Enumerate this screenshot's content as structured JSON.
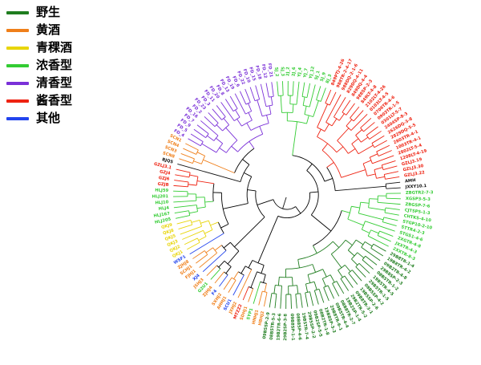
{
  "legend": {
    "items": [
      {
        "label": "野生",
        "color": "#1f7d1f"
      },
      {
        "label": "黄酒",
        "color": "#ef7f1a"
      },
      {
        "label": "青稞酒",
        "color": "#e8d50a"
      },
      {
        "label": "浓香型",
        "color": "#33cc33"
      },
      {
        "label": "清香型",
        "color": "#7a30d8"
      },
      {
        "label": "酱香型",
        "color": "#ee2211"
      },
      {
        "label": "其他",
        "color": "#2244ee"
      }
    ]
  },
  "chart_data": {
    "type": "circular-dendrogram",
    "title": "",
    "center": [
      358,
      243
    ],
    "leaf_radius": 146,
    "start_angle": -95,
    "groups": {
      "野生": "#1f7d1f",
      "黄酒": "#ef7f1a",
      "青稞酒": "#e8d50a",
      "浓香型": "#33cc33",
      "清香型": "#7a30d8",
      "酱香型": "#ee2211",
      "其他": "#2244ee",
      "black": "#111111"
    },
    "leaves": [
      {
        "label": "SJ_2",
        "g": "浓香型"
      },
      {
        "label": "SJ_3",
        "g": "浓香型"
      },
      {
        "label": "2J_2",
        "g": "浓香型"
      },
      {
        "label": "2J_6",
        "g": "浓香型"
      },
      {
        "label": "YJ_4",
        "g": "浓香型"
      },
      {
        "label": "YJ_7",
        "g": "浓香型"
      },
      {
        "label": "YJ_12",
        "g": "浓香型"
      },
      {
        "label": "5J_1",
        "g": "浓香型"
      },
      {
        "label": "5J_9",
        "g": "浓香型"
      },
      {
        "label": "8J_3",
        "g": "浓香型"
      },
      {
        "label": "849PTJ-4-26",
        "g": "酱香型"
      },
      {
        "label": "988TR-2-4-17",
        "g": "酱香型"
      },
      {
        "label": "988DQ-2-1-6",
        "g": "酱香型"
      },
      {
        "label": "829DQ-4-11",
        "g": "酱香型"
      },
      {
        "label": "849DQ-4-4",
        "g": "酱香型"
      },
      {
        "label": "988SP-2-3",
        "g": "酱香型"
      },
      {
        "label": "849LT-4-8",
        "g": "酱香型"
      },
      {
        "label": "2102LT-4-26",
        "g": "酱香型"
      },
      {
        "label": "0103LT-4-5",
        "g": "酱香型"
      },
      {
        "label": "0706TR-4-6",
        "g": "酱香型"
      },
      {
        "label": "0903TR-1-5",
        "g": "酱香型"
      },
      {
        "label": "0301LT-5-7",
        "g": "酱香型"
      },
      {
        "label": "2404SP-8-3",
        "g": "酱香型"
      },
      {
        "label": "2626DQ-3-8",
        "g": "酱香型"
      },
      {
        "label": "2829DQ-5-5",
        "g": "酱香型"
      },
      {
        "label": "2803TR-4-1",
        "g": "酱香型"
      },
      {
        "label": "1003TR-4-1",
        "g": "酱香型"
      },
      {
        "label": "2802LT-5-4",
        "g": "酱香型"
      },
      {
        "label": "1208LT-4-19",
        "g": "酱香型"
      },
      {
        "label": "GZLJ3.19",
        "g": "酱香型"
      },
      {
        "label": "GZLJ3.30",
        "g": "酱香型"
      },
      {
        "label": "GZLJ3.22",
        "g": "酱香型"
      },
      {
        "label": "AMH",
        "g": "black"
      },
      {
        "label": "JXXY10.1",
        "g": "black"
      },
      {
        "label": "ZBGTR2-7-3",
        "g": "浓香型"
      },
      {
        "label": "XGSP3-5-3",
        "g": "浓香型"
      },
      {
        "label": "ZBGSP-7-6",
        "g": "浓香型"
      },
      {
        "label": "CJTSP5-1-3",
        "g": "浓香型"
      },
      {
        "label": "CHTKS-4-10",
        "g": "浓香型"
      },
      {
        "label": "STGP10-2-10",
        "g": "浓香型"
      },
      {
        "label": "STTR4-2-3",
        "g": "浓香型"
      },
      {
        "label": "STGS1-4-6",
        "g": "浓香型"
      },
      {
        "label": "2XGTR-4-8",
        "g": "浓香型"
      },
      {
        "label": "JXXTR-4-3",
        "g": "浓香型"
      },
      {
        "label": "2XXTR-8-3",
        "g": "浓香型"
      },
      {
        "label": "29B8TR-1-4",
        "g": "野生"
      },
      {
        "label": "19B8TR-4-2",
        "g": "野生"
      },
      {
        "label": "09B2TR-4-8",
        "g": "野生"
      },
      {
        "label": "29B8SP-2-3",
        "g": "野生"
      },
      {
        "label": "08B5TR-1-2",
        "g": "野生"
      },
      {
        "label": "19B5TR-4-5",
        "g": "野生"
      },
      {
        "label": "29B5TR-1-5",
        "g": "野生"
      },
      {
        "label": "08B5SP-4-2",
        "g": "野生"
      },
      {
        "label": "19B5SP-2-6",
        "g": "野生"
      },
      {
        "label": "09B8TR-3-1",
        "g": "野生"
      },
      {
        "label": "29B2TR-5-2",
        "g": "野生"
      },
      {
        "label": "19B2SP-1-4",
        "g": "野生"
      },
      {
        "label": "08B8TR-2-7",
        "g": "野生"
      },
      {
        "label": "09B5TR-4-4",
        "g": "野生"
      },
      {
        "label": "29B8TR-6-1",
        "g": "野生"
      },
      {
        "label": "19B8SP-3-3",
        "g": "野生"
      },
      {
        "label": "08B2TR-1-8",
        "g": "野生"
      },
      {
        "label": "09B2SP-5-5",
        "g": "野生"
      },
      {
        "label": "29B5SP-2-2",
        "g": "野生"
      },
      {
        "label": "19B5TR-7-4",
        "g": "野生"
      },
      {
        "label": "08B8SP-4-6",
        "g": "野生"
      },
      {
        "label": "09B8SP-1-1",
        "g": "野生"
      },
      {
        "label": "29B2SP-3-8",
        "g": "野生"
      },
      {
        "label": "19B2TR-6-6",
        "g": "野生"
      },
      {
        "label": "08B5TR-5-3",
        "g": "野生"
      },
      {
        "label": "09B5SP-2-9",
        "g": "野生"
      },
      {
        "label": "HBHJ2",
        "g": "黄酒"
      },
      {
        "label": "HNHJ1",
        "g": "黄酒"
      },
      {
        "label": "SYP1",
        "g": "浓香型"
      },
      {
        "label": "SDHJ1",
        "g": "黄酒"
      },
      {
        "label": "MTZZ2",
        "g": "酱香型"
      },
      {
        "label": "JXHJ2",
        "g": "黄酒"
      },
      {
        "label": "SCU1",
        "g": "其他"
      },
      {
        "label": "AHHJ1",
        "g": "黄酒"
      },
      {
        "label": "SXHJ2",
        "g": "黄酒"
      },
      {
        "label": "F4",
        "g": "其他"
      },
      {
        "label": "ZJHJ4",
        "g": "黄酒"
      },
      {
        "label": "G2U1",
        "g": "浓香型"
      },
      {
        "label": "JSHJ3",
        "g": "黄酒"
      },
      {
        "label": "XJ4",
        "g": "其他"
      },
      {
        "label": "FJHJ1",
        "g": "黄酒"
      },
      {
        "label": "SCHJ1",
        "g": "黄酒"
      },
      {
        "label": "ZJHJ8",
        "g": "黄酒"
      },
      {
        "label": "WSF1",
        "g": "其他"
      },
      {
        "label": "QKJ1",
        "g": "青稞酒"
      },
      {
        "label": "QKJ2",
        "g": "青稞酒"
      },
      {
        "label": "QKJ3",
        "g": "青稞酒"
      },
      {
        "label": "QKJ5",
        "g": "青稞酒"
      },
      {
        "label": "QKJ8",
        "g": "青稞酒"
      },
      {
        "label": "QKJ9",
        "g": "青稞酒"
      },
      {
        "label": "HLJ205",
        "g": "浓香型"
      },
      {
        "label": "HLJ167",
        "g": "浓香型"
      },
      {
        "label": "HLJ4",
        "g": "浓香型"
      },
      {
        "label": "HLJ10",
        "g": "浓香型"
      },
      {
        "label": "HLJ201",
        "g": "浓香型"
      },
      {
        "label": "HLJ59",
        "g": "浓香型"
      },
      {
        "label": "GZJB",
        "g": "酱香型"
      },
      {
        "label": "GZJ6",
        "g": "酱香型"
      },
      {
        "label": "GZJ4",
        "g": "酱香型"
      },
      {
        "label": "GZLJ3.1",
        "g": "酱香型"
      },
      {
        "label": "BJQ5",
        "g": "black"
      },
      {
        "label": "SCN8",
        "g": "黄酒"
      },
      {
        "label": "SCN3",
        "g": "黄酒"
      },
      {
        "label": "SCN4",
        "g": "黄酒"
      },
      {
        "label": "SCN1",
        "g": "黄酒"
      },
      {
        "label": "FD_4",
        "g": "清香型"
      },
      {
        "label": "FD_5",
        "g": "清香型"
      },
      {
        "label": "FD_9",
        "g": "清香型"
      },
      {
        "label": "FD_7",
        "g": "清香型"
      },
      {
        "label": "FD_16",
        "g": "清香型"
      },
      {
        "label": "FD_2",
        "g": "清香型"
      },
      {
        "label": "FD_23",
        "g": "清香型"
      },
      {
        "label": "FD_3",
        "g": "清香型"
      },
      {
        "label": "FD_11",
        "g": "清香型"
      },
      {
        "label": "FD_20",
        "g": "清香型"
      },
      {
        "label": "FD_8",
        "g": "清香型"
      },
      {
        "label": "FD_13",
        "g": "清香型"
      },
      {
        "label": "FD_19",
        "g": "清香型"
      },
      {
        "label": "FD_6",
        "g": "清香型"
      },
      {
        "label": "FD_22",
        "g": "清香型"
      },
      {
        "label": "FD_10",
        "g": "清香型"
      },
      {
        "label": "FD_15",
        "g": "清香型"
      },
      {
        "label": "FD_18",
        "g": "清香型"
      },
      {
        "label": "FD_12",
        "g": "清香型"
      },
      {
        "label": "FD_21",
        "g": "清香型"
      }
    ]
  }
}
